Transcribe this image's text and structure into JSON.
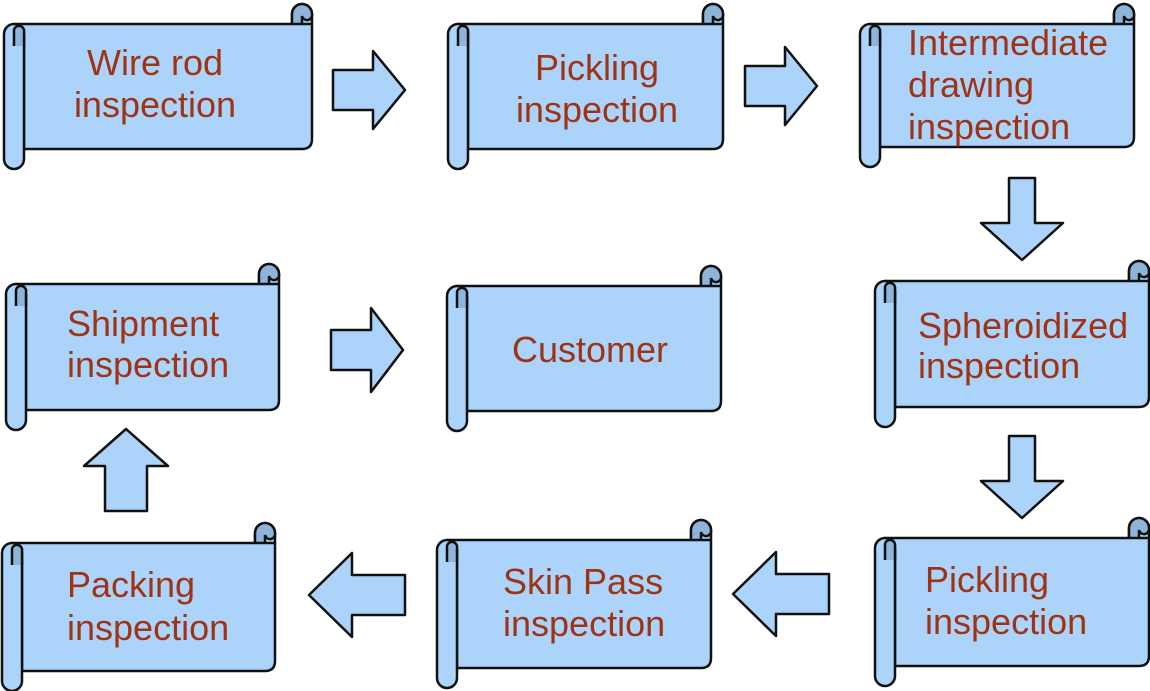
{
  "diagram": {
    "type": "process-flow",
    "colors": {
      "scroll_fill": "#acd4fb",
      "curl_shade": "#8fb4da",
      "outline": "#111111",
      "text": "#9e3316"
    },
    "nodes": [
      {
        "id": "wire-rod",
        "lines": [
          "Wire rod",
          "inspection"
        ]
      },
      {
        "id": "pickling-1",
        "lines": [
          "Pickling",
          "inspection"
        ]
      },
      {
        "id": "intermediate-drawing",
        "lines": [
          "Intermediate",
          "drawing",
          "inspection"
        ]
      },
      {
        "id": "spheroidized",
        "lines": [
          "Spheroidized",
          "inspection"
        ]
      },
      {
        "id": "pickling-2",
        "lines": [
          "Pickling",
          "inspection"
        ]
      },
      {
        "id": "skin-pass",
        "lines": [
          "Skin Pass",
          "inspection"
        ]
      },
      {
        "id": "packing",
        "lines": [
          "Packing",
          "inspection"
        ]
      },
      {
        "id": "shipment",
        "lines": [
          "Shipment",
          "inspection"
        ]
      },
      {
        "id": "customer",
        "lines": [
          "Customer"
        ]
      }
    ],
    "edges": [
      {
        "from": "wire-rod",
        "to": "pickling-1",
        "direction": "right"
      },
      {
        "from": "pickling-1",
        "to": "intermediate-drawing",
        "direction": "right"
      },
      {
        "from": "intermediate-drawing",
        "to": "spheroidized",
        "direction": "down"
      },
      {
        "from": "spheroidized",
        "to": "pickling-2",
        "direction": "down"
      },
      {
        "from": "pickling-2",
        "to": "skin-pass",
        "direction": "left"
      },
      {
        "from": "skin-pass",
        "to": "packing",
        "direction": "left"
      },
      {
        "from": "packing",
        "to": "shipment",
        "direction": "up"
      },
      {
        "from": "shipment",
        "to": "customer",
        "direction": "right"
      }
    ]
  }
}
